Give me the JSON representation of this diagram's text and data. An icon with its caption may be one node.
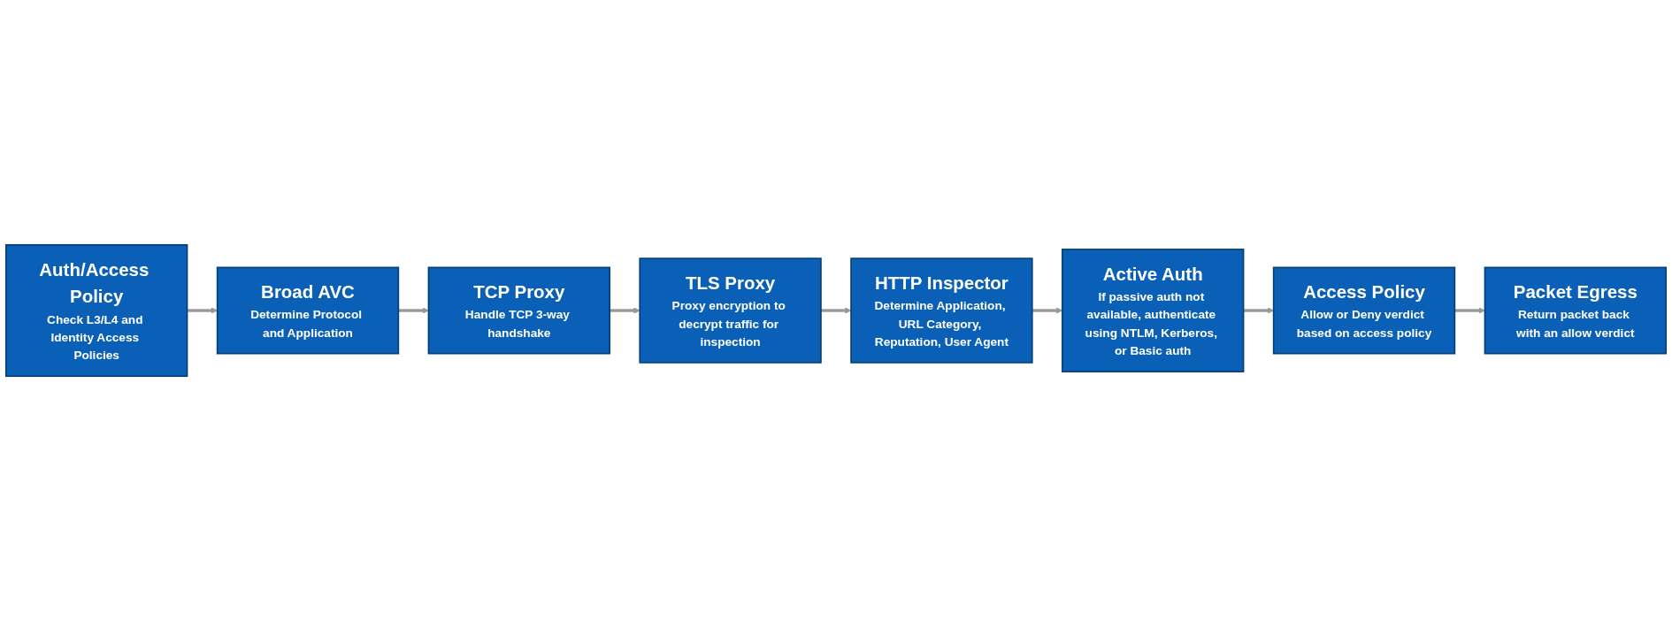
{
  "diagram": {
    "nodes": [
      {
        "text": [
          "Auth/Access Policy",
          "Check L3/L4 and Identity Access Policies"
        ]
      },
      {
        "text": [
          "Broad AVC",
          "Determine Protocol and Application"
        ]
      },
      {
        "text": [
          "TCP Proxy",
          "Handle TCP 3-way handshake"
        ]
      },
      {
        "text": [
          "TLS Proxy",
          "Proxy encryption to decrypt traffic for inspection"
        ]
      },
      {
        "text": [
          "HTTP Inspector",
          "Determine Application, URL Category, Reputation, User Agent"
        ]
      },
      {
        "text": [
          "Active Auth",
          "If passive auth not available, authenticate using NTLM, Kerberos, or Basic auth"
        ]
      },
      {
        "text": [
          "Access Policy",
          "Allow or Deny verdict based on access policy"
        ]
      },
      {
        "text": [
          "Packet Egress",
          "Return packet back with an allow verdict"
        ]
      }
    ],
    "edges": [
      {
        "from": 0,
        "to": 1,
        "arrow": "to"
      },
      {
        "from": 1,
        "to": 2,
        "arrow": "to"
      },
      {
        "from": 2,
        "to": 3,
        "arrow": "to"
      },
      {
        "from": 3,
        "to": 4,
        "arrow": "to"
      },
      {
        "from": 4,
        "to": 5,
        "arrow": "to"
      },
      {
        "from": 5,
        "to": 6,
        "arrow": "to"
      },
      {
        "from": 6,
        "to": 7,
        "arrow": "to"
      }
    ]
  }
}
